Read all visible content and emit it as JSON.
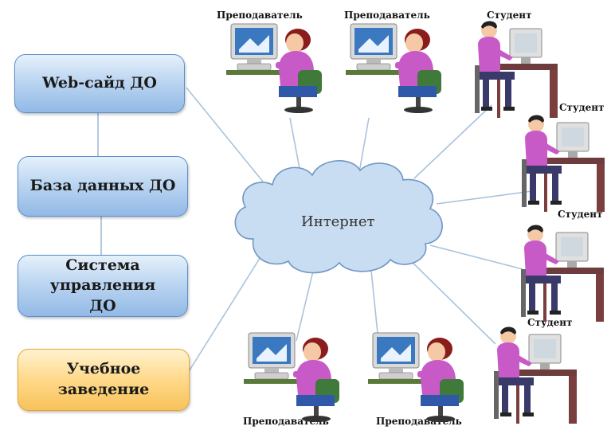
{
  "boxes": {
    "website": "Web-сайд ДО",
    "database": "База данных ДО",
    "lms": "Система управления ДО",
    "institution": "Учебное заведение"
  },
  "cloud_label": "Интернет",
  "teachers": {
    "top1": "Преподаватель",
    "top2": "Преподаватель",
    "bottom1": "Преподаватель",
    "bottom2": "Преподаватель"
  },
  "students": {
    "s1": "Студент",
    "s2": "Студент",
    "s3": "Студент",
    "s4": "Студент"
  },
  "colors": {
    "line": "#a9c3dc",
    "cloud_fill": "#c9ddf2",
    "cloud_stroke": "#6f96c4"
  }
}
